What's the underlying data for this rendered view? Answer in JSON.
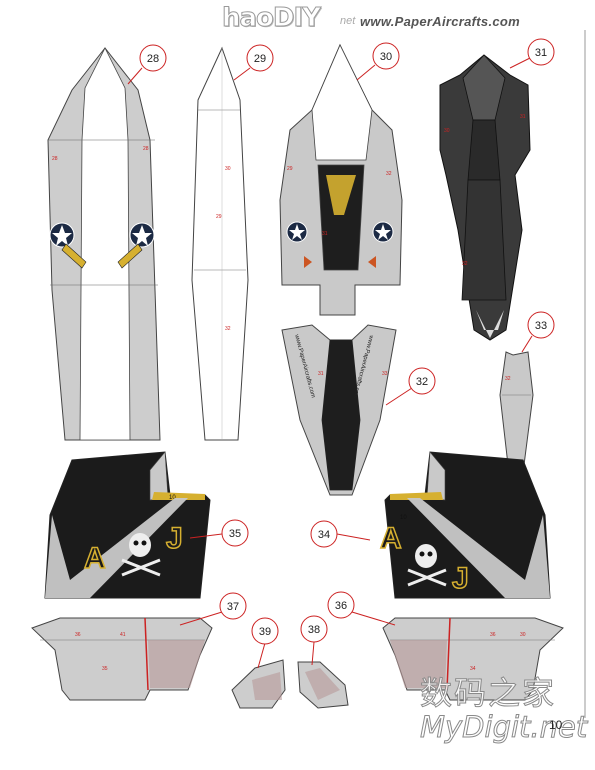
{
  "header": {
    "logo_text": "haoDIY",
    "logo_suffix": "net",
    "site_url": "www.PaperAircrafts.com"
  },
  "page_number": "10",
  "watermark": {
    "cn": "数码之家",
    "en": "MyDigit.net"
  },
  "parts": {
    "p28": "28",
    "p29": "29",
    "p30": "30",
    "p31": "31",
    "p32": "32",
    "p33": "33",
    "p34": "34",
    "p35": "35",
    "p36": "36",
    "p37": "37",
    "p38": "38",
    "p39": "39"
  },
  "decals": {
    "tail_letters_left": "A",
    "tail_letters_left2": "J",
    "tail_number": "10",
    "nose_text": "www.PaperAircrafts.com"
  },
  "colors": {
    "gray": "#c9c9c9",
    "black": "#1e1e1e",
    "yellow": "#d6b030",
    "red": "#cc2222",
    "dark": "#3a3a3a"
  }
}
